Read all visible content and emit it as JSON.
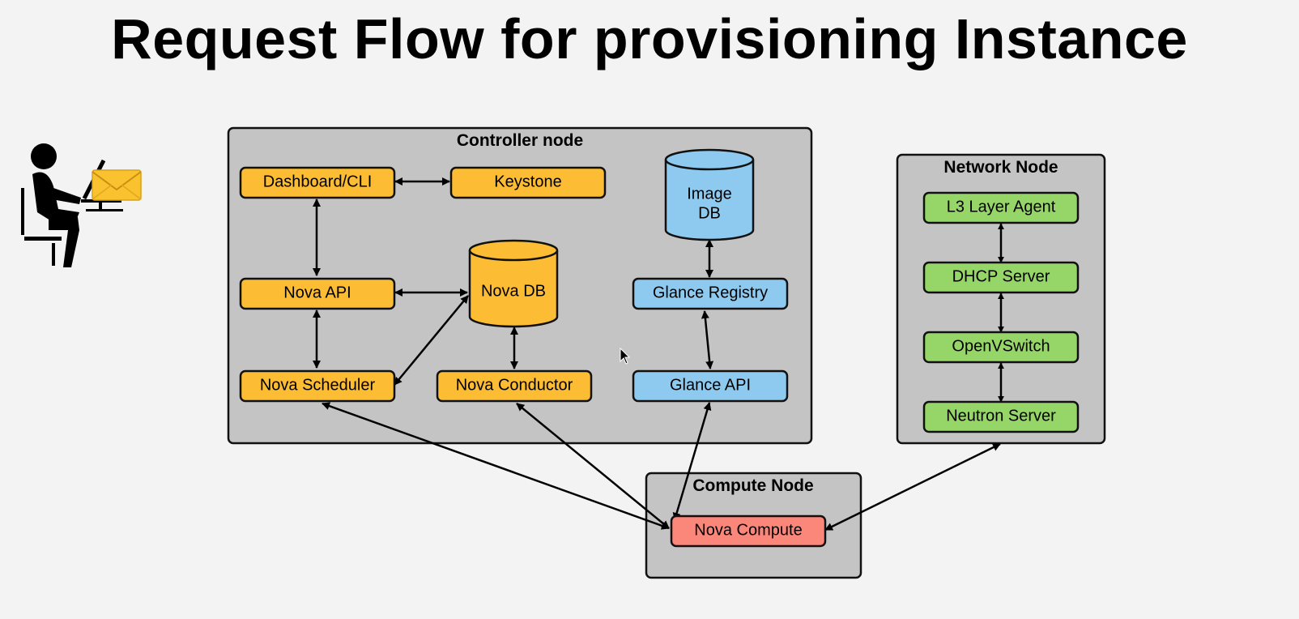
{
  "slide": {
    "title": "Request Flow for provisioning Instance"
  },
  "panels": {
    "controller": "Controller node",
    "network": "Network Node",
    "compute": "Compute Node"
  },
  "components": {
    "dashboard": "Dashboard/CLI",
    "keystone": "Keystone",
    "image_db_line1": "Image",
    "image_db_line2": "DB",
    "nova_api": "Nova API",
    "nova_db": "Nova DB",
    "glance_registry": "Glance Registry",
    "nova_scheduler": "Nova Scheduler",
    "nova_conductor": "Nova Conductor",
    "glance_api": "Glance API",
    "l3_agent": "L3 Layer Agent",
    "dhcp_server": "DHCP Server",
    "openvswitch": "OpenVSwitch",
    "neutron_server": "Neutron Server",
    "nova_compute": "Nova Compute"
  },
  "colors": {
    "controller_component": "#fcbc33",
    "glance_component": "#8ecaef",
    "network_component": "#96d568",
    "compute_component": "#fb877b",
    "panel": "#c4c4c4",
    "envelope": "#f9c22e"
  },
  "icons": [
    "user-at-computer-icon",
    "envelope-icon",
    "mouse-pointer-icon"
  ]
}
